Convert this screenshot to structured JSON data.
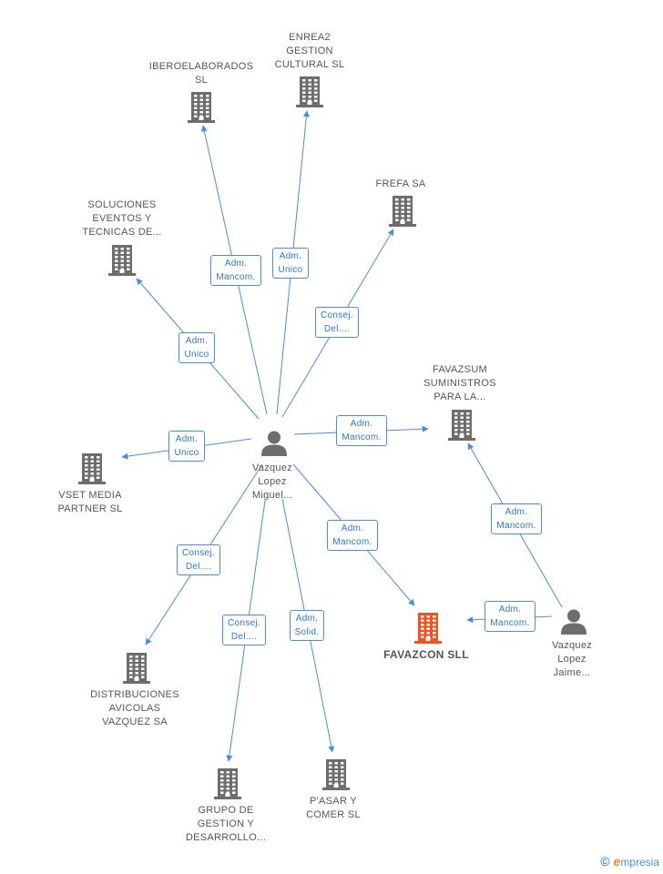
{
  "colors": {
    "edge": "#4a8fd4",
    "building": "#6d6d6d",
    "building_focus": "#f4511e",
    "person": "#6d6d6d"
  },
  "nodes": [
    {
      "id": "ibero",
      "type": "building",
      "lines": [
        "IBEROELABORADOS",
        "SL"
      ]
    },
    {
      "id": "enrea2",
      "type": "building",
      "lines": [
        "ENREA2",
        "GESTION",
        "CULTURAL  SL"
      ]
    },
    {
      "id": "frefa",
      "type": "building",
      "lines": [
        "FREFA SA"
      ]
    },
    {
      "id": "soluciones",
      "type": "building",
      "lines": [
        "SOLUCIONES",
        "EVENTOS Y",
        "TECNICAS DE..."
      ]
    },
    {
      "id": "favazsum",
      "type": "building",
      "lines": [
        "FAVAZSUM",
        "SUMINISTROS",
        "PARA LA..."
      ]
    },
    {
      "id": "vset",
      "type": "building",
      "lines": [
        "VSET MEDIA",
        "PARTNER SL"
      ]
    },
    {
      "id": "favazcon",
      "type": "building-focus",
      "lines": [
        "FAVAZCON SLL"
      ]
    },
    {
      "id": "distribuciones",
      "type": "building",
      "lines": [
        "DISTRIBUCIONES",
        "AVICOLAS",
        "VAZQUEZ SA"
      ]
    },
    {
      "id": "grupo",
      "type": "building",
      "lines": [
        "GRUPO DE",
        "GESTION Y",
        "DESARROLLO..."
      ]
    },
    {
      "id": "pasar",
      "type": "building",
      "lines": [
        "P'ASAR Y",
        "COMER SL"
      ]
    },
    {
      "id": "miguel",
      "type": "person",
      "lines": [
        "Vazquez",
        "Lopez",
        "Miguel..."
      ]
    },
    {
      "id": "jaime",
      "type": "person",
      "lines": [
        "Vazquez",
        "Lopez",
        "Jaime..."
      ]
    }
  ],
  "edges": [
    {
      "id": "e-ibero",
      "from": "miguel",
      "to": "ibero",
      "label": [
        "Adm.",
        "Mancom."
      ]
    },
    {
      "id": "e-enrea2",
      "from": "miguel",
      "to": "enrea2",
      "label": [
        "Adm.",
        "Unico"
      ]
    },
    {
      "id": "e-frefa",
      "from": "miguel",
      "to": "frefa",
      "label": [
        "Consej.",
        "Del...."
      ]
    },
    {
      "id": "e-soluciones",
      "from": "miguel",
      "to": "soluciones",
      "label": [
        "Adm.",
        "Unico"
      ]
    },
    {
      "id": "e-favazsum",
      "from": "miguel",
      "to": "favazsum",
      "label": [
        "Adm.",
        "Mancom."
      ]
    },
    {
      "id": "e-vset",
      "from": "miguel",
      "to": "vset",
      "label": [
        "Adm.",
        "Unico"
      ]
    },
    {
      "id": "e-favazcon",
      "from": "miguel",
      "to": "favazcon",
      "label": [
        "Adm.",
        "Mancom."
      ]
    },
    {
      "id": "e-distribuciones",
      "from": "miguel",
      "to": "distribuciones",
      "label": [
        "Consej.",
        "Del...."
      ]
    },
    {
      "id": "e-grupo",
      "from": "miguel",
      "to": "grupo",
      "label": [
        "Consej.",
        "Del...."
      ]
    },
    {
      "id": "e-pasar",
      "from": "miguel",
      "to": "pasar",
      "label": [
        "Adm.",
        "Solid."
      ]
    },
    {
      "id": "e-jaime-favazsum",
      "from": "jaime",
      "to": "favazsum",
      "label": [
        "Adm.",
        "Mancom."
      ]
    },
    {
      "id": "e-jaime-favazcon",
      "from": "jaime",
      "to": "favazcon",
      "label": [
        "Adm.",
        "Mancom."
      ]
    }
  ],
  "footer": {
    "copyright": "©",
    "brand_initial": "e",
    "brand_rest": "mpresia"
  }
}
